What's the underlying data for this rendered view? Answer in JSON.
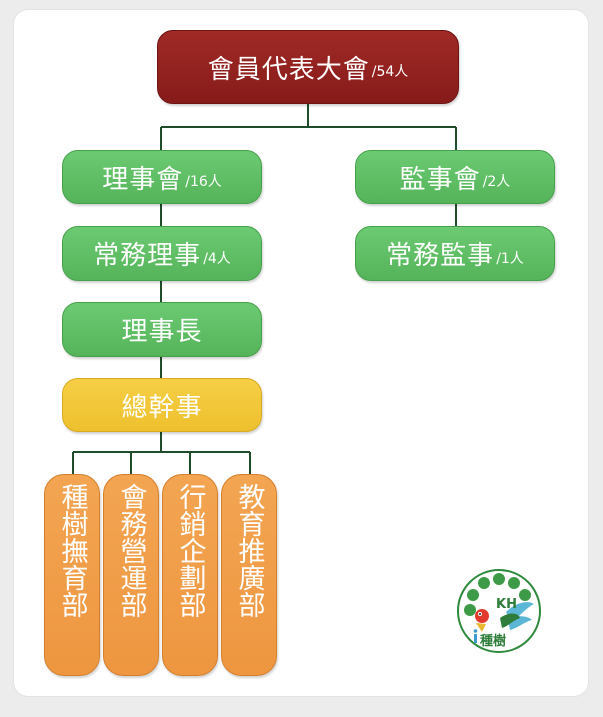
{
  "nodes": {
    "assembly": {
      "name": "會員代表大會",
      "count": "/54人"
    },
    "board_directors": {
      "name": "理事會",
      "count": "/16人"
    },
    "board_supervisors": {
      "name": "監事會",
      "count": "/2人"
    },
    "standing_directors": {
      "name": "常務理事",
      "count": "/4人"
    },
    "standing_supervisor": {
      "name": "常務監事",
      "count": "/1人"
    },
    "chairman": {
      "name": "理事長"
    },
    "secretary_general": {
      "name": "總幹事"
    },
    "departments": [
      {
        "name": "種樹撫育部"
      },
      {
        "name": "會務營運部"
      },
      {
        "name": "行銷企劃部"
      },
      {
        "name": "教育推廣部"
      }
    ]
  },
  "logo": {
    "text": "種樹",
    "letters": "KH",
    "icon": "tree-bird-logo-icon"
  },
  "colors": {
    "top": "#8f201e",
    "board": "#5dbd63",
    "secretary": "#f2c53a",
    "departments": "#f09c48",
    "connector": "#1f4d2a"
  }
}
